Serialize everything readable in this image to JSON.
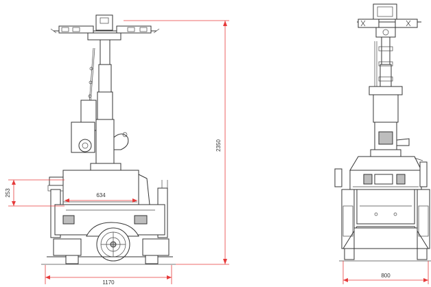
{
  "drawing": {
    "side_view": {
      "dim_overall_height": "2350",
      "dim_base_height": "253",
      "dim_inner_width": "634",
      "dim_overall_length": "1170"
    },
    "front_view": {
      "dim_width": "800"
    },
    "colors": {
      "line": "#333333",
      "dimension_line": "#e63a3a",
      "background": "#ffffff"
    }
  }
}
